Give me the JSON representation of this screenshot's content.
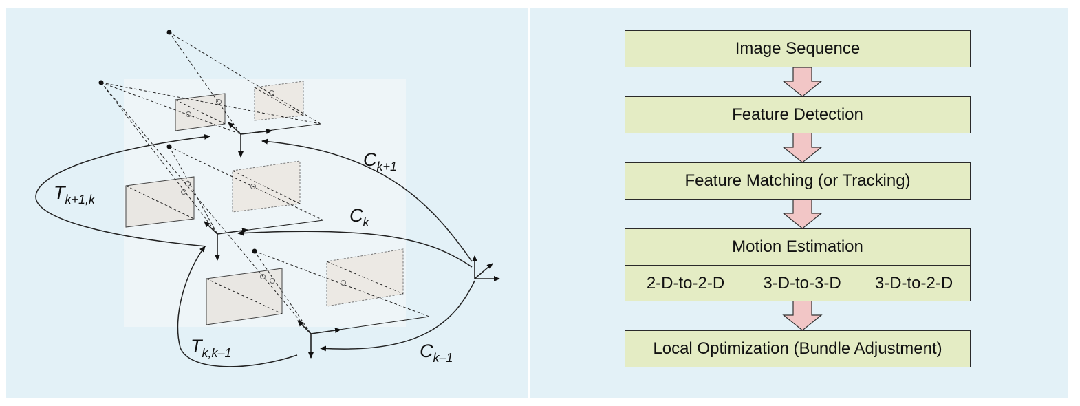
{
  "diagram": {
    "labels": {
      "t_next": {
        "main": "T",
        "sub": "k+1,k"
      },
      "t_prev": {
        "main": "T",
        "sub": "k,k–1"
      },
      "c_next": {
        "main": "C",
        "sub": "k+1"
      },
      "c_curr": {
        "main": "C",
        "sub": "k"
      },
      "c_prev": {
        "main": "C",
        "sub": "k–1"
      }
    }
  },
  "flowchart": {
    "steps": {
      "image_sequence": "Image Sequence",
      "feature_detection": "Feature Detection",
      "feature_matching": "Feature Matching (or Tracking)",
      "motion_estimation": "Motion Estimation",
      "local_optimization": "Local Optimization (Bundle Adjustment)"
    },
    "motion_methods": [
      "2-D-to-2-D",
      "3-D-to-3-D",
      "3-D-to-2-D"
    ],
    "colors": {
      "box_fill": "#e4ecc4",
      "arrow_fill": "#f2c6c6",
      "panel_bg": "#e3f1f7"
    }
  }
}
